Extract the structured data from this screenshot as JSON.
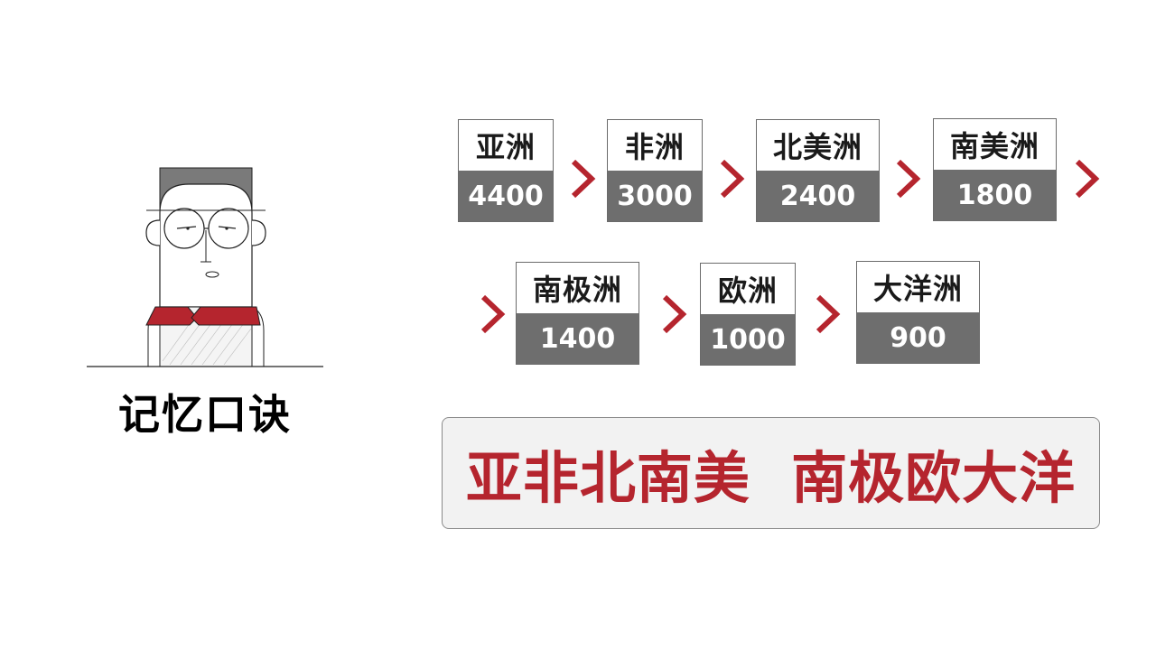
{
  "continents": [
    {
      "name": "亚洲",
      "area": "4400"
    },
    {
      "name": "非洲",
      "area": "3000"
    },
    {
      "name": "北美洲",
      "area": "2400"
    },
    {
      "name": "南美洲",
      "area": "1800"
    },
    {
      "name": "南极洲",
      "area": "1400"
    },
    {
      "name": "欧洲",
      "area": "1000"
    },
    {
      "name": "大洋洲",
      "area": "900"
    }
  ],
  "mnemonic": "亚非北南美  南极欧大洋",
  "caption": "记忆口诀",
  "colors": {
    "accent": "#b5252e",
    "value_box": "#6e6e6e",
    "mnemonic_bg": "#f2f2f2",
    "hair": "#7a7a7a"
  },
  "icons": [
    "chevron-right-icon",
    "teacher-avatar-icon"
  ]
}
